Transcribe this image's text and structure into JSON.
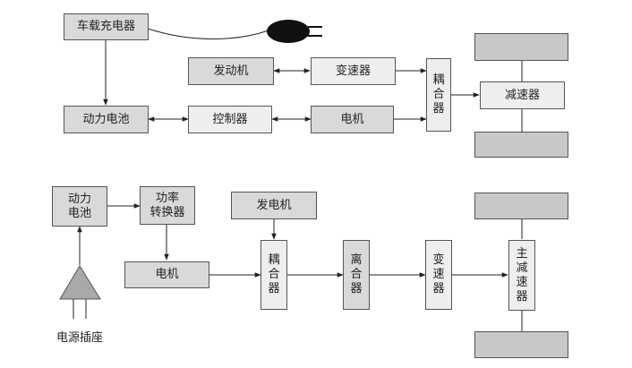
{
  "top": {
    "charger": "车载充电器",
    "engine": "发动机",
    "transmission": "变速器",
    "coupler": [
      "耦",
      "合",
      "器"
    ],
    "reducer": "减速器",
    "battery": "动力电池",
    "controller": "控制器",
    "motor": "电机"
  },
  "bottom": {
    "battery": [
      "动力",
      "电池"
    ],
    "converter": [
      "功率",
      "转换器"
    ],
    "generator": "发电机",
    "motor": "电机",
    "coupler": [
      "耦",
      "合",
      "器"
    ],
    "clutch": [
      "离",
      "合",
      "器"
    ],
    "transmission": [
      "变",
      "速",
      "器"
    ],
    "final_drive": [
      "主",
      "减",
      "速",
      "器"
    ],
    "socket_label": "电源插座"
  }
}
